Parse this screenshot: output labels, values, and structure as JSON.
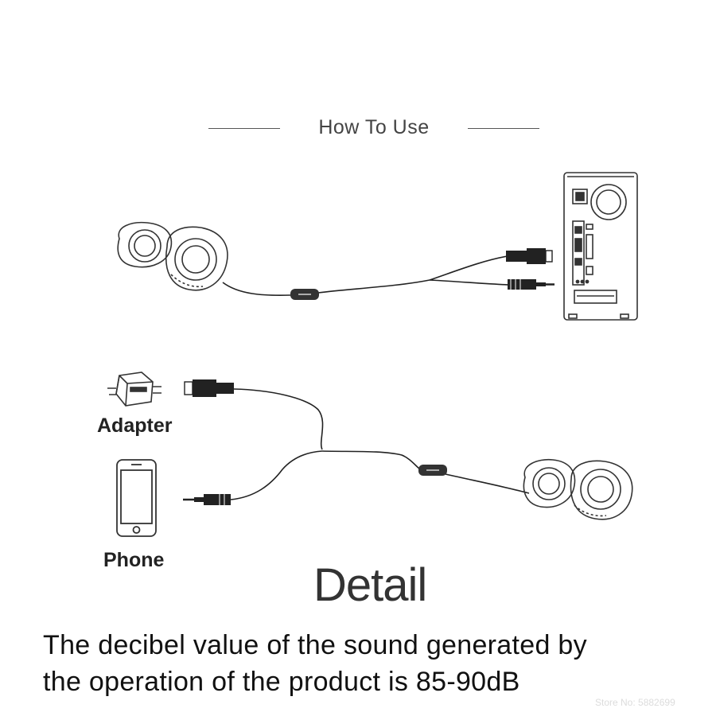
{
  "heading": {
    "title": "How To Use"
  },
  "labels": {
    "adapter": "Adapter",
    "phone": "Phone",
    "detail": "Detail"
  },
  "note": {
    "line1": "The decibel value of the sound generated by",
    "line2": "the operation of the product is 85-90dB"
  },
  "watermark": "Store No: 5882699",
  "colors": {
    "background": "#ffffff",
    "line": "#222222",
    "text": "#111111"
  }
}
